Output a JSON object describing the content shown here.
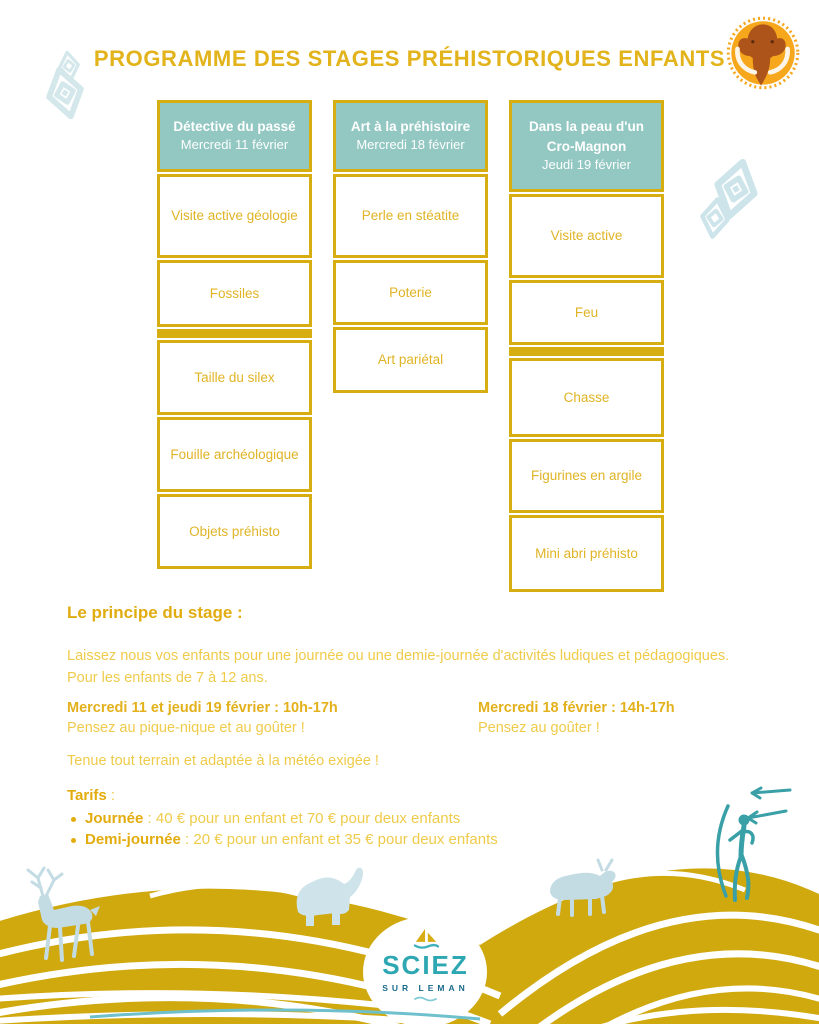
{
  "header": {
    "title": "PROGRAMME DES STAGES PRÉHISTORIQUES ENFANTS"
  },
  "columns": [
    {
      "title": "Détective du passé",
      "date": "Mercredi 11 février",
      "activities": [
        "Visite active géologie",
        "Fossiles",
        "Taille du silex",
        "Fouille archéologique",
        "Objets préhisto"
      ]
    },
    {
      "title": "Art à la préhistoire",
      "date": "Mercredi 18 février",
      "activities": [
        "Perle en stéatite",
        "Poterie",
        "Art pariétal"
      ]
    },
    {
      "title_line1": "Dans la peau d'un",
      "title_line2": "Cro-Magnon",
      "date": "Jeudi 19 février",
      "activities": [
        "Visite active",
        "Feu",
        "Chasse",
        "Figurines en argile",
        "Mini abri préhisto"
      ]
    }
  ],
  "principle": {
    "heading": "Le principe du stage :",
    "line1": "Laissez nous vos enfants pour une journée ou une demie-journée d'activités ludiques et pédagogiques.",
    "line2": "Pour les enfants de 7 à 12 ans."
  },
  "sessions": {
    "left_title": "Mercredi 11 et jeudi 19 février : 10h-17h",
    "left_note": "Pensez au pique-nique et au goûter !",
    "right_title": "Mercredi 18 février : 14h-17h",
    "right_note": "Pensez au goûter !",
    "gear_note": "Tenue tout terrain et adaptée à la météo exigée !"
  },
  "tarifs": {
    "heading": "Tarifs",
    "suffix": " :",
    "items": [
      {
        "label": "Journée",
        "text": " : 40 € pour un enfant et 70 € pour deux enfants"
      },
      {
        "label": "Demi-journée",
        "text": " : 20 € pour un enfant et 35 € pour deux enfants"
      }
    ]
  },
  "footer_logo": {
    "name": "SCIEZ",
    "subtitle": "SUR LEMAN"
  },
  "icons": {
    "mammoth_logo": "mammoth-sun-logo",
    "diamond": "cave-art-diamond",
    "deer": "deer-silhouette",
    "mammoth": "mammoth-silhouette",
    "bison": "bison-silhouette",
    "hunter": "hunter-with-bow-and-arrows",
    "sailboat": "sailboat-icon"
  },
  "colors": {
    "gold": "#d6ae12",
    "teal_header": "#92c7c2",
    "light_blue": "#c9e0e8",
    "teal_accent": "#3aa0a7",
    "navy": "#176a8a"
  }
}
